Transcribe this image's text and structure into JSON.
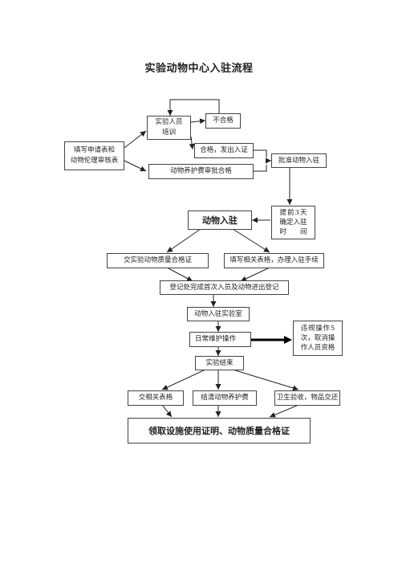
{
  "title": "实验动物中心入驻流程",
  "nodes": {
    "training": "实验人员\n培训",
    "unqualified": "不合格",
    "application": "填写申请表和\n动物伦理审核表",
    "qualified": "合格，发出入证",
    "fee_approval": "动物养护费审批合格",
    "approve_entry": "批准动物入驻",
    "animal_entry": "动物入驻",
    "three_days": "提前3天\n确定入驻\n时间",
    "quality_cert": "交实验动物质量合格证",
    "forms_procedures": "填写相关表格，办理入驻手续",
    "registration": "登记处完成首次入员及动物进出登记",
    "enter_lab": "动物入驻实验室",
    "daily_maintenance": "日常维护操作",
    "violation": "违规操作5\n次，取消操\n作人员资格",
    "experiment_end": "实验结束",
    "submit_forms": "交相关表格",
    "settle_fees": "结清动物养护费",
    "hygiene_check": "卫生验收，物品交还",
    "final_certificate": "领取设施使用证明、动物质量合格证"
  }
}
